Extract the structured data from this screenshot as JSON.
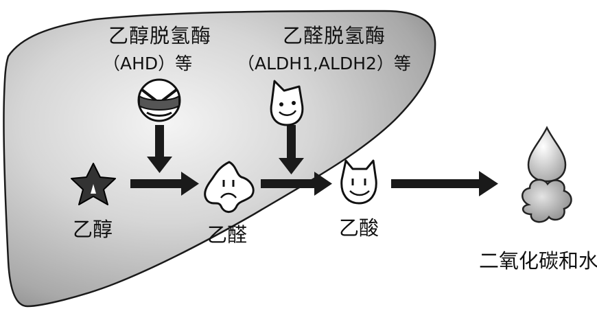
{
  "enzymes": {
    "ahd": {
      "name": "乙醇脱氢酶",
      "abbr": "（AHD）等",
      "icon": "visor-face-icon"
    },
    "aldh": {
      "name": "乙醛脱氢酶",
      "abbr": "（ALDH1,ALDH2）等",
      "icon": "cat-face-icon"
    }
  },
  "substances": {
    "ethanol": {
      "label": "乙醇",
      "icon": "star-icon"
    },
    "acetaldehyde": {
      "label": "乙醛",
      "icon": "blob-face-icon"
    },
    "acetic_acid": {
      "label": "乙酸",
      "icon": "cat-face-icon"
    },
    "products": {
      "label": "二氧化碳和水",
      "icon": "drop-and-cloud-icon"
    }
  },
  "colors": {
    "liver_fill": "#bcbcbc",
    "liver_stroke": "#1a1a1a",
    "arrow": "#1a1a1a",
    "text": "#111111"
  }
}
